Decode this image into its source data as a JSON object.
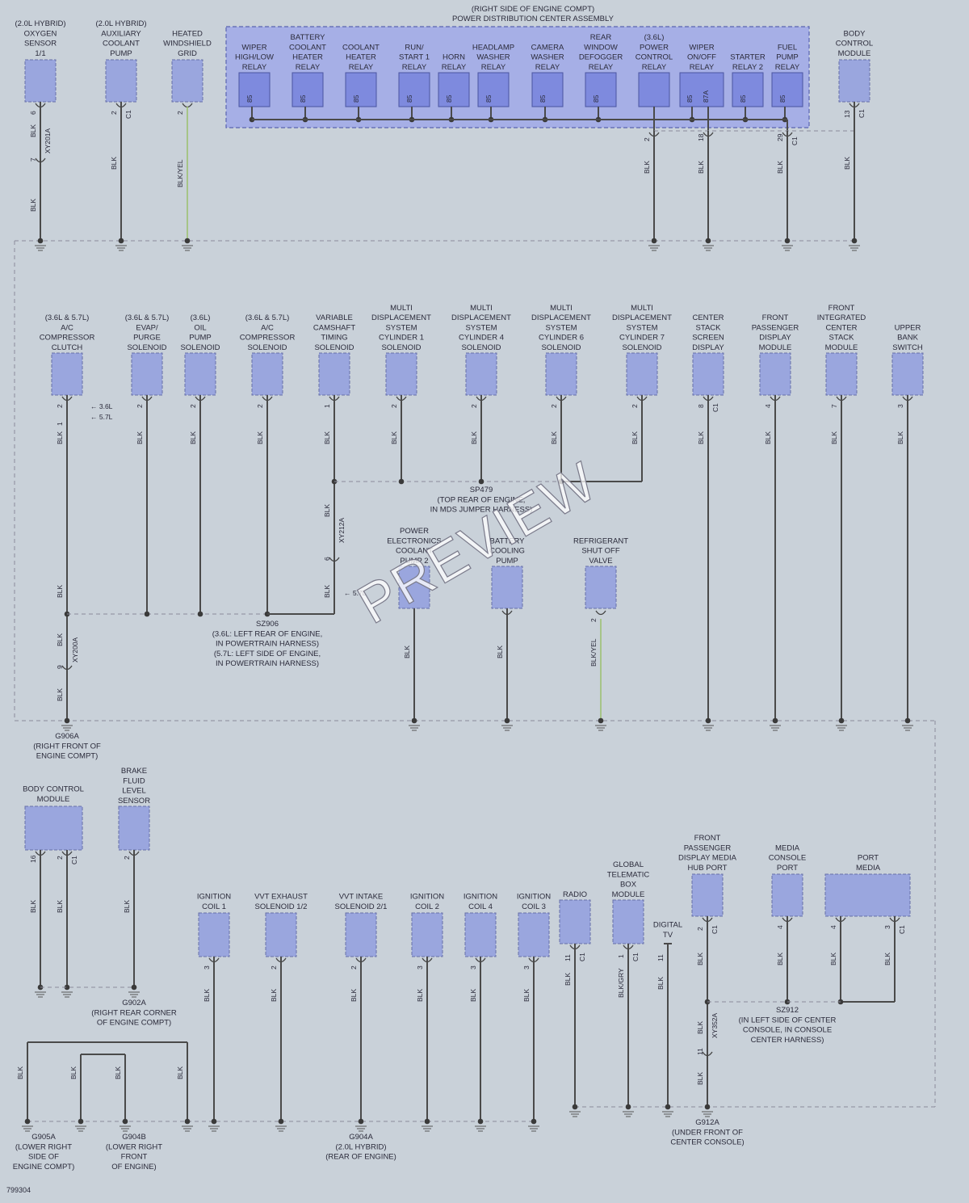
{
  "figure_id": "799304",
  "watermark": "PREVIEW",
  "colors": {
    "background": "#c9d1d9",
    "component": "#9aa6de",
    "relay": "#7e8ade",
    "wire_blk": "#4a4a4a",
    "wire_blk_yel": "#9bc06c"
  },
  "pdc": {
    "title1": "(RIGHT SIDE OF ENGINE COMPT)",
    "title2": "POWER DISTRIBUTION CENTER ASSEMBLY",
    "relays": [
      {
        "label": [
          "WIPER",
          "HIGH/LOW",
          "RELAY"
        ],
        "pins": [
          "85"
        ]
      },
      {
        "label": [
          "BATTERY",
          "COOLANT",
          "HEATER",
          "RELAY"
        ],
        "pins": [
          "85"
        ]
      },
      {
        "label": [
          "COOLANT",
          "HEATER",
          "RELAY"
        ],
        "pins": [
          "85"
        ]
      },
      {
        "label": [
          "RUN/",
          "START 1",
          "RELAY"
        ],
        "pins": [
          "85"
        ]
      },
      {
        "label": [
          "HORN",
          "RELAY"
        ],
        "pins": [
          "85"
        ]
      },
      {
        "label": [
          "HEADLAMP",
          "WASHER",
          "RELAY"
        ],
        "pins": [
          "85"
        ]
      },
      {
        "label": [
          "CAMERA",
          "WASHER",
          "RELAY"
        ],
        "pins": [
          "85"
        ]
      },
      {
        "label": [
          "REAR",
          "WINDOW",
          "DEFOGGER",
          "RELAY"
        ],
        "pins": [
          "85"
        ]
      },
      {
        "label": [
          "(3.6L)",
          "POWER",
          "CONTROL",
          "RELAY"
        ],
        "pins": []
      },
      {
        "label": [
          "WIPER",
          "ON/OFF",
          "RELAY"
        ],
        "pins": [
          "85",
          "87A"
        ]
      },
      {
        "label": [
          "STARTER",
          "RELAY 2"
        ],
        "pins": [
          "85"
        ]
      },
      {
        "label": [
          "FUEL",
          "PUMP",
          "RELAY"
        ],
        "pins": [
          "85"
        ]
      }
    ],
    "out_pins": [
      "2",
      "18",
      "29"
    ],
    "connector": "C1"
  },
  "components": {
    "o2_sensor": [
      "(2.0L HYBRID)",
      "OXYGEN",
      "SENSOR",
      "1/1"
    ],
    "aux_pump": [
      "(2.0L HYBRID)",
      "AUXILIARY",
      "COOLANT",
      "PUMP"
    ],
    "windshield": [
      "HEATED",
      "WINDSHIELD",
      "GRID"
    ],
    "bcm_top": [
      "BODY",
      "CONTROL",
      "MODULE"
    ],
    "ac_clutch": [
      "(3.6L & 5.7L)",
      "A/C",
      "COMPRESSOR",
      "CLUTCH"
    ],
    "evap": [
      "(3.6L & 5.7L)",
      "EVAP/",
      "PURGE",
      "SOLENOID"
    ],
    "oil_pump": [
      "(3.6L)",
      "OIL",
      "PUMP",
      "SOLENOID"
    ],
    "ac_solenoid": [
      "(3.6L & 5.7L)",
      "A/C",
      "COMPRESSOR",
      "SOLENOID"
    ],
    "vct": [
      "VARIABLE",
      "CAMSHAFT",
      "TIMING",
      "SOLENOID"
    ],
    "mds1": [
      "MULTI",
      "DISPLACEMENT",
      "SYSTEM",
      "CYLINDER 1",
      "SOLENOID"
    ],
    "mds4": [
      "MULTI",
      "DISPLACEMENT",
      "SYSTEM",
      "CYLINDER 4",
      "SOLENOID"
    ],
    "mds6": [
      "MULTI",
      "DISPLACEMENT",
      "SYSTEM",
      "CYLINDER 6",
      "SOLENOID"
    ],
    "mds7": [
      "MULTI",
      "DISPLACEMENT",
      "SYSTEM",
      "CYLINDER 7",
      "SOLENOID"
    ],
    "csd": [
      "CENTER",
      "STACK",
      "SCREEN",
      "DISPLAY"
    ],
    "fpdm": [
      "FRONT",
      "PASSENGER",
      "DISPLAY",
      "MODULE"
    ],
    "ficsm": [
      "FRONT",
      "INTEGRATED",
      "CENTER",
      "STACK",
      "MODULE"
    ],
    "ubs": [
      "UPPER",
      "BANK",
      "SWITCH"
    ],
    "pecp": [
      "POWER",
      "ELECTRONICS",
      "COOLANT",
      "PUMP 2"
    ],
    "bcp": [
      "BATTERY",
      "COOLING",
      "PUMP"
    ],
    "rsov": [
      "REFRIGERANT",
      "SHUT OFF",
      "VALVE"
    ],
    "bcm_bot": [
      "BODY CONTROL",
      "MODULE"
    ],
    "brake": [
      "BRAKE",
      "FLUID",
      "LEVEL",
      "SENSOR"
    ],
    "coil1": [
      "IGNITION",
      "COIL 1"
    ],
    "vvt_ex": [
      "VVT EXHAUST",
      "SOLENOID 1/2"
    ],
    "vvt_in": [
      "VVT INTAKE",
      "SOLENOID 2/1"
    ],
    "coil2": [
      "IGNITION",
      "COIL 2"
    ],
    "coil4": [
      "IGNITION",
      "COIL 4"
    ],
    "coil3": [
      "IGNITION",
      "COIL 3"
    ],
    "radio": [
      "RADIO"
    ],
    "gtbm": [
      "GLOBAL",
      "TELEMATIC",
      "BOX",
      "MODULE"
    ],
    "dtv": [
      "DIGITAL",
      "TV"
    ],
    "fpdmh": [
      "FRONT",
      "PASSENGER",
      "DISPLAY MEDIA",
      "HUB PORT"
    ],
    "mcp": [
      "MEDIA",
      "CONSOLE",
      "PORT"
    ],
    "port_media": [
      "PORT",
      "MEDIA"
    ]
  },
  "splices": {
    "sp479": [
      "SP479",
      "(TOP REAR OF ENGINE,",
      "IN MDS JUMPER HARNESS)"
    ],
    "sz906": [
      "SZ906",
      "(3.6L: LEFT REAR OF ENGINE,",
      "IN POWERTRAIN HARNESS)",
      "(5.7L: LEFT SIDE OF ENGINE,",
      "IN POWERTRAIN HARNESS)"
    ],
    "sz912": [
      "SZ912",
      "(IN LEFT SIDE OF CENTER",
      "CONSOLE, IN CONSOLE",
      "CENTER HARNESS)"
    ]
  },
  "grounds": {
    "g906a": [
      "G906A",
      "(RIGHT FRONT OF",
      "ENGINE COMPT)"
    ],
    "g902a": [
      "G902A",
      "(RIGHT REAR CORNER",
      "OF ENGINE COMPT)"
    ],
    "g905a": [
      "G905A",
      "(LOWER RIGHT",
      "SIDE OF",
      "ENGINE COMPT)"
    ],
    "g904b": [
      "G904B",
      "(LOWER RIGHT",
      "FRONT",
      "OF ENGINE)"
    ],
    "g904a": [
      "G904A",
      "(2.0L HYBRID)",
      "(REAR OF ENGINE)"
    ],
    "g912a": [
      "G912A",
      "(UNDER FRONT OF",
      "CENTER CONSOLE)"
    ]
  },
  "wire_colors": {
    "blk": "BLK",
    "blk_yel": "BLK/YEL",
    "blk_gry": "BLK/GRY"
  },
  "connectors": {
    "c1": "C1",
    "xy201a": "XY201A",
    "xy212a": "XY212A",
    "xy200a": "XY200A",
    "xy352a": "XY352A"
  },
  "variant_notes": {
    "v36": "3.6L",
    "v57": "5.7L"
  }
}
